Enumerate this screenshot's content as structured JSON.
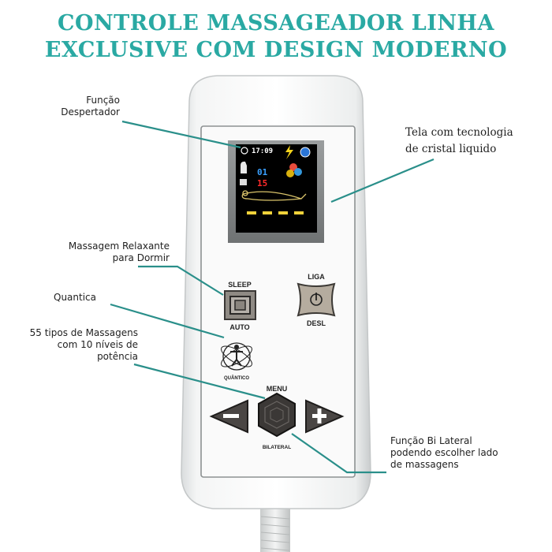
{
  "title": {
    "line1": "CONTROLE MASSAGEADOR LINHA",
    "line2": "EXCLUSIVE COM DESIGN MODERNO"
  },
  "callouts": {
    "alarm": [
      "Função",
      "Despertador"
    ],
    "screen": [
      "Tela com tecnologia",
      "de cristal liquido"
    ],
    "relax": [
      "Massagem Relaxante",
      "para Dormir"
    ],
    "quantum": [
      "Quantica"
    ],
    "types": [
      "55 tipos de Massagens",
      "com 10 níveis de",
      "potência"
    ],
    "bilateral": [
      "Função Bi Lateral",
      "podendo escolher lado",
      "de massagens"
    ]
  },
  "screen": {
    "time": "17:09",
    "program": "01",
    "level": "15"
  },
  "buttons": {
    "sleep": "SLEEP",
    "auto": "AUTO",
    "liga": "LIGA",
    "desl": "DESL",
    "quantico": "QUÂNTICO",
    "menu": "MENU",
    "bilateral": "BILATERAL"
  },
  "colors": {
    "title": "#2aa9a3",
    "callout_line": "#2a8f8a",
    "screen_bg": "#000000",
    "level_red": "#ff2a2a",
    "program_white": "#ffffff"
  }
}
